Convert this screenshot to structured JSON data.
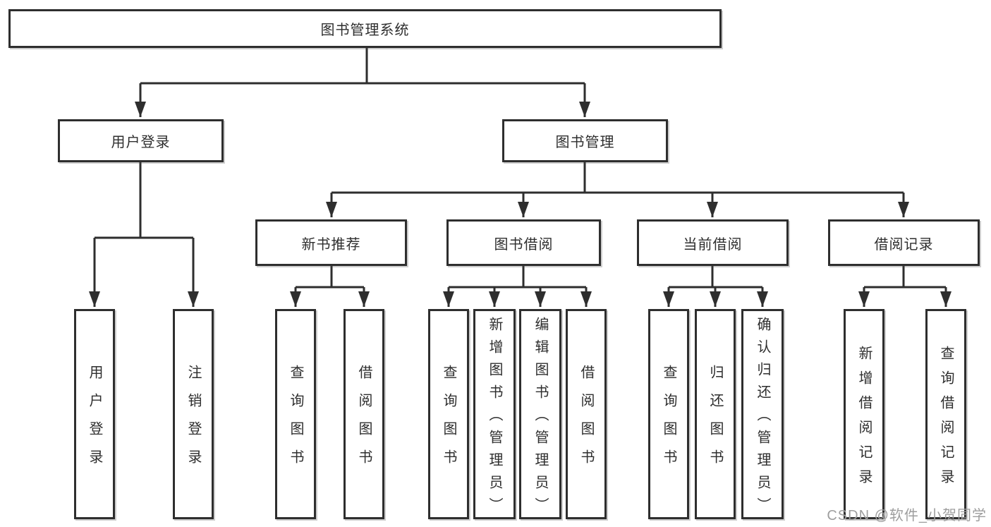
{
  "tree": {
    "root": "图书管理系统",
    "branches": [
      {
        "label": "用户登录",
        "leaves": [
          "用户登录",
          "注销登录"
        ]
      },
      {
        "label": "图书管理",
        "sections": [
          {
            "label": "新书推荐",
            "leaves": [
              "查询图书",
              "借阅图书"
            ]
          },
          {
            "label": "图书借阅",
            "leaves": [
              "查询图书",
              "新增图书（管理员）",
              "编辑图书（管理员）",
              "借阅图书"
            ]
          },
          {
            "label": "当前借阅",
            "leaves": [
              "查询图书",
              "归还图书",
              "确认归还（管理员）"
            ]
          },
          {
            "label": "借阅记录",
            "leaves": [
              "新增借阅记录",
              "查询借阅记录"
            ]
          }
        ]
      }
    ]
  },
  "watermark": "CSDN @软件_小贺同学",
  "colors": {
    "line": "#2e2e2e",
    "box_border": "#2e2e2e",
    "text": "#2e2e2e",
    "watermark": "#9e9e9e",
    "background": "#ffffff"
  }
}
